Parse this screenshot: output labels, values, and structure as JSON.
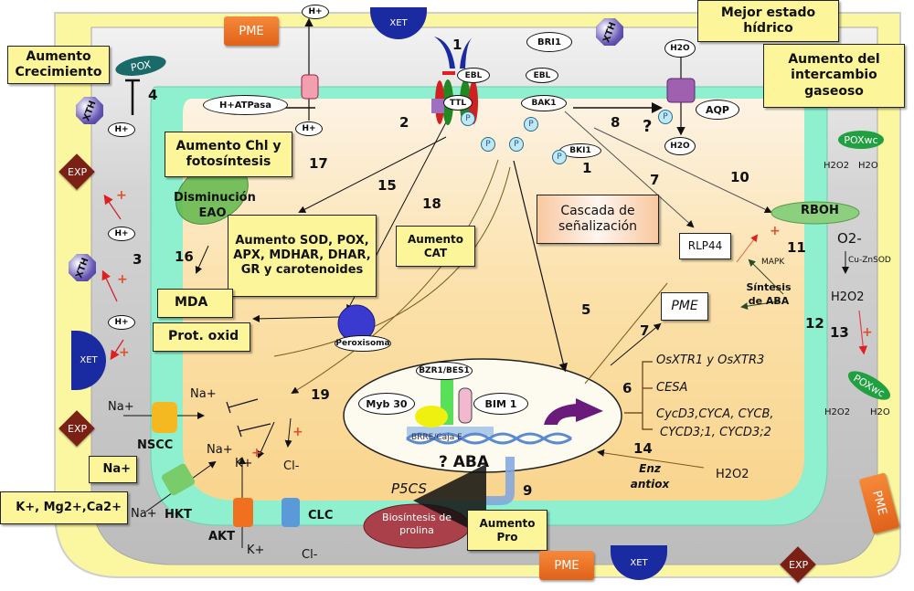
{
  "diagram": {
    "outcome_boxes": {
      "growth": "Aumento Crecimiento",
      "water": "Mejor estado hídrico",
      "gas": "Aumento del intercambio gaseoso",
      "chl": "Aumento Chl y fotosíntesis",
      "antioxidants": "Aumento SOD, POX, APX, MDHAR, DHAR, GR y carotenoides",
      "cat": "Aumento CAT",
      "mda": "MDA",
      "prot": "Prot. oxid",
      "pro": "Aumento Pro",
      "na_down": "Na+",
      "ions_up": "K+, Mg2+,Ca2+"
    },
    "receptor": {
      "bri1": "BRI1",
      "ebl_left": "EBL",
      "ebl_right": "EBL",
      "ttl": "TTL",
      "bak1": "BAK1",
      "bki1": "BKI1",
      "phospho": "P"
    },
    "membrane": {
      "h_atpase": "H+ATPasa",
      "aqp": "AQP",
      "h2o": "H2O",
      "h_ion": "H+",
      "nscc": "NSCC",
      "hkt": "HKT",
      "akt": "AKT",
      "clc": "CLC"
    },
    "wall_enzymes": {
      "pme": "PME",
      "xet": "XET",
      "xth": "XTH",
      "exp": "EXP",
      "pox": "POX",
      "poxwc": "POXwc"
    },
    "cytoplasm": {
      "disminucion": "Disminución EAO",
      "peroxisoma": "Peroxisoma",
      "cascada": "Cascada de señalización",
      "rlp44": "RLP44",
      "pme_box": "PME",
      "rboh": "RBOH",
      "o2": "O2-",
      "cuznsod": "Cu-ZnSOD",
      "mapk": "MAPK",
      "sintesis_aba": "Síntesis de ABA",
      "h2o2": "H2O2",
      "enz_antiox": "Enz antiox",
      "p5cs": "P5CS",
      "biosintesis": "Biosíntesis de prolina"
    },
    "nucleus": {
      "bzr1": "BZR1/BES1",
      "myb30": "Myb 30",
      "bim1": "BIM 1",
      "brre": "BRRE/Caja E",
      "aba": "? ABA",
      "genes": [
        "OsXTR1 y OsXTR3",
        "CESA",
        "CycD3,CYCA, CYCB,",
        "CYCD3;1, CYCD3;2"
      ]
    },
    "ions": {
      "na": "Na+",
      "k": "K+",
      "cl": "Cl-"
    },
    "question_mark": "?",
    "plus_sign": "+",
    "pathway_numbers": [
      "1",
      "2",
      "3",
      "4",
      "5",
      "6",
      "7",
      "8",
      "9",
      "10",
      "11",
      "12",
      "13",
      "14",
      "15",
      "16",
      "17",
      "18",
      "19"
    ]
  }
}
